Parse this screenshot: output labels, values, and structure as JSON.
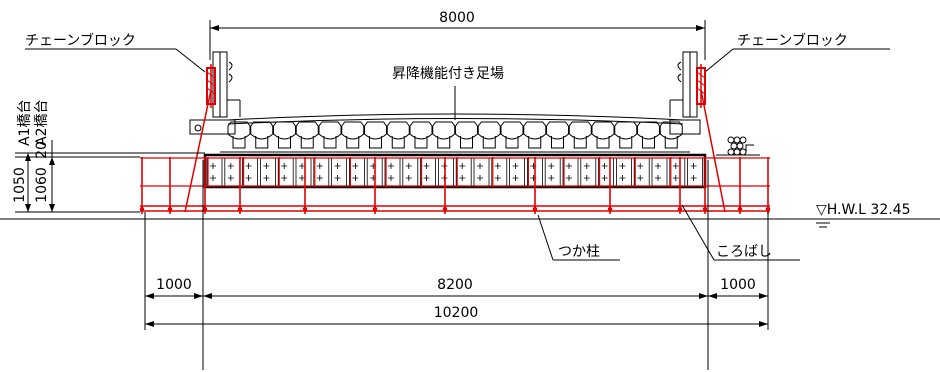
{
  "labels": {
    "chain_block_left": "チェーンブロック",
    "chain_block_right": "チェーンブロック",
    "scaffold": "昇降機能付き足場",
    "a1_abutment": "A1橋台",
    "a2_abutment": "A2橋台",
    "post": "つか柱",
    "roller": "ころばし",
    "hwl": "▽H.W.L 32.45"
  },
  "dimensions": {
    "top_span": "8000",
    "left_ext": "1000",
    "center_span": "8200",
    "right_ext": "1000",
    "total_span": "10200",
    "v_20": "20",
    "v_1050": "1050",
    "v_1060": "1060"
  },
  "colors": {
    "scaffold_red": "#e00000",
    "line_black": "#000000"
  }
}
